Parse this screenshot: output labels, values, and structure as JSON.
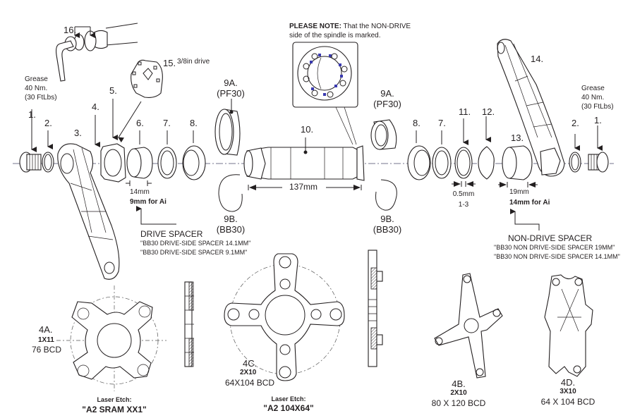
{
  "title": "SRAM crankset exploded diagram (BB30 / PF30) with spider options",
  "note": {
    "bold": "PLEASE NOTE:",
    "text_line1": "That the NON-DRIVE",
    "text_line2": "side of the spindle is marked."
  },
  "parts": {
    "p1_left": "1.",
    "p2_left": "2.",
    "p3": "3.",
    "p4": "4.",
    "p5": "5.",
    "p6": "6.",
    "p7_left": "7.",
    "p8_left": "8.",
    "p9a_left": "9A.",
    "p9a_left_sub": "(PF30)",
    "p9b_left": "9B.",
    "p9b_left_sub": "(BB30)",
    "p10": "10.",
    "p9a_right": "9A.",
    "p9a_right_sub": "(PF30)",
    "p9b_right": "9B.",
    "p9b_right_sub": "(BB30)",
    "p8_right": "8.",
    "p7_right": "7.",
    "p11": "11.",
    "p12": "12.",
    "p13": "13.",
    "p14": "14.",
    "p2_right": "2.",
    "p1_right": "1.",
    "p15": "15.",
    "p15_desc": "3/8in drive",
    "p16": "16."
  },
  "torque_left": {
    "line1": "Grease",
    "line2": "40 Nm.",
    "line3": "(30 FtLbs)"
  },
  "torque_right": {
    "line1": "Grease",
    "line2": "40 Nm.",
    "line3": "(30 FtLbs)"
  },
  "dimensions": {
    "spindle_length": "137mm",
    "drive_spacer": "14mm",
    "drive_spacer_ai": "9mm for Ai",
    "shim": "0.5mm",
    "shim_qty": "1-3",
    "nondrive_spacer": "19mm",
    "nondrive_spacer_ai": "14mm for Ai"
  },
  "drive_spacer": {
    "title": "DRIVE SPACER",
    "line1": "\"BB30  DRIVE-SIDE SPACER 14.1MM\"",
    "line2": "\"BB30  DRIVE-SIDE SPACER 9.1MM\""
  },
  "nondrive_spacer": {
    "title": "NON-DRIVE SPACER",
    "line1": "\"BB30 NON DRIVE-SIDE SPACER 19MM\"",
    "line2": "\"BB30 NON DRIVE-SIDE SPACER 14.1MM\""
  },
  "spiders": [
    {
      "id": "4A.",
      "config": "1X11",
      "bcd": "76 BCD",
      "etch_label": "Laser Etch:",
      "etch": "\"A2 SRAM XX1\""
    },
    {
      "id": "4C.",
      "config": "2X10",
      "bcd": "64X104 BCD",
      "etch_label": "Laser Etch:",
      "etch": "\"A2 104X64\""
    },
    {
      "id": "4B.",
      "config": "2X10",
      "bcd": "80 X 120 BCD"
    },
    {
      "id": "4D.",
      "config": "3X10",
      "bcd": "64 X 104 BCD"
    }
  ],
  "colors": {
    "line": "#231f20",
    "axis": "#4a4a6a",
    "marking": "#3a3ab0"
  }
}
